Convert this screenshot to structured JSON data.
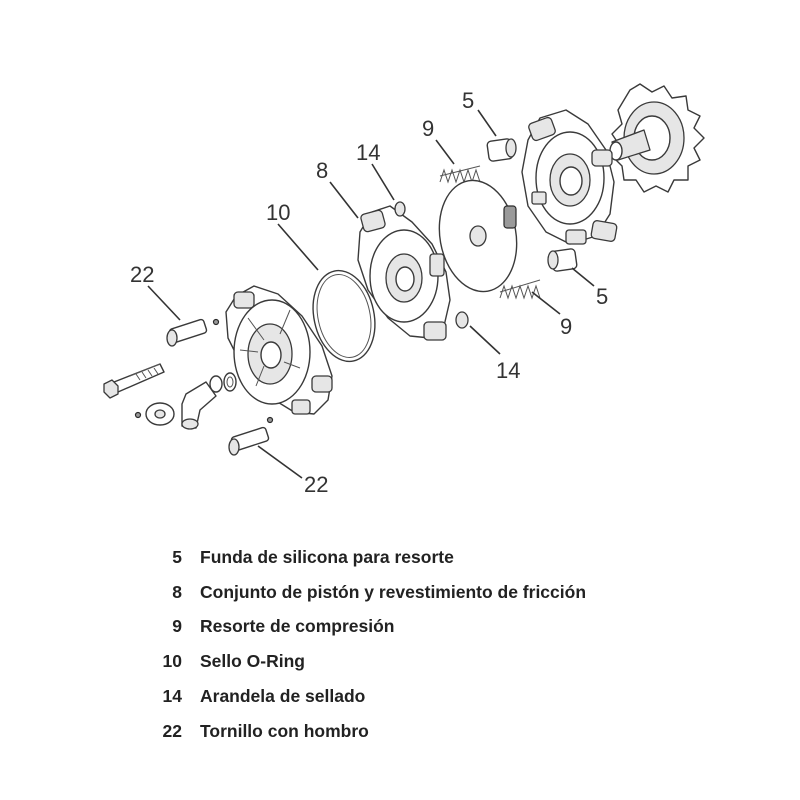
{
  "callouts": [
    {
      "id": "c5a",
      "text": "5"
    },
    {
      "id": "c9a",
      "text": "9"
    },
    {
      "id": "c14a",
      "text": "14"
    },
    {
      "id": "c8",
      "text": "8"
    },
    {
      "id": "c10",
      "text": "10"
    },
    {
      "id": "c22a",
      "text": "22"
    },
    {
      "id": "c5b",
      "text": "5"
    },
    {
      "id": "c9b",
      "text": "9"
    },
    {
      "id": "c14b",
      "text": "14"
    },
    {
      "id": "c22b",
      "text": "22"
    }
  ],
  "legend": [
    {
      "number": "5",
      "description": "Funda de silicona para resorte"
    },
    {
      "number": "8",
      "description": "Conjunto de pistón y revestimiento de fricción"
    },
    {
      "number": "9",
      "description": "Resorte de compresión"
    },
    {
      "number": "10",
      "description": "Sello O-Ring"
    },
    {
      "number": "14",
      "description": "Arandela de sellado"
    },
    {
      "number": "22",
      "description": "Tornillo con hombro"
    }
  ]
}
